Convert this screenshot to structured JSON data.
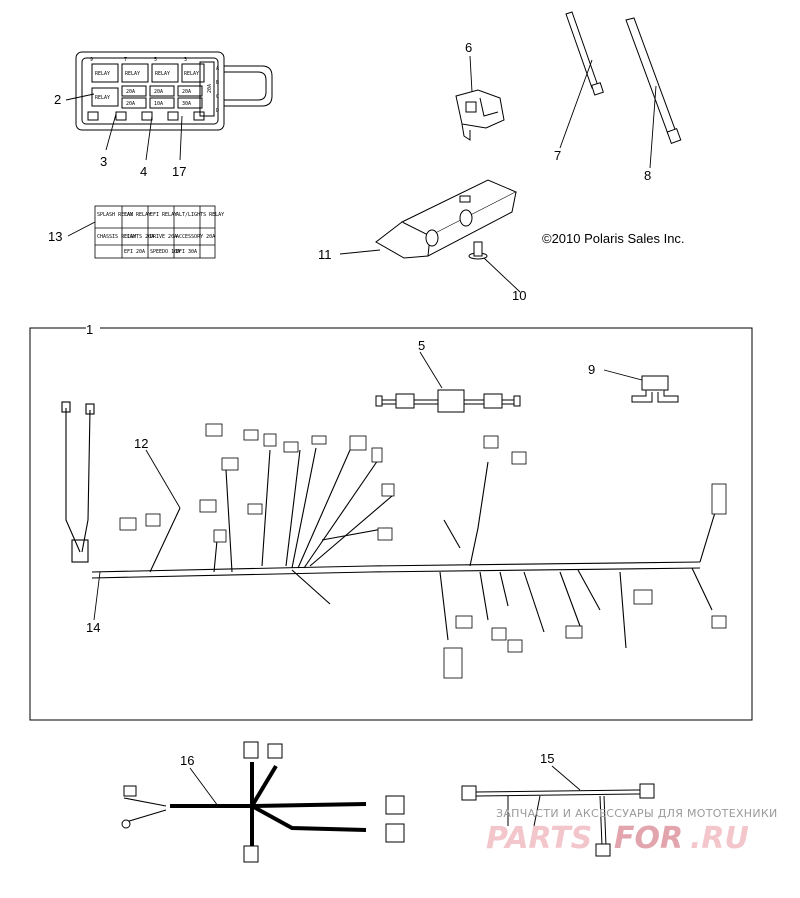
{
  "copyright": "©2010 Polaris Sales Inc.",
  "callouts": [
    "1",
    "2",
    "3",
    "4",
    "5",
    "6",
    "7",
    "8",
    "9",
    "10",
    "11",
    "12",
    "13",
    "14",
    "15",
    "16",
    "17"
  ],
  "fuse_box": {
    "top_labels": [
      "9",
      "7",
      "5",
      "3"
    ],
    "side_labels": [
      "A",
      "B",
      "C",
      "D"
    ],
    "relay_label": "RELAY",
    "fuses": [
      "20A",
      "20A",
      "20A",
      "20A",
      "10A",
      "30A"
    ],
    "side_fuse": "20A"
  },
  "decal": {
    "row1": [
      "SPLASH RELAY",
      "FAN RELAY",
      "EFI RELAY",
      "ALT/LIGHTS RELAY"
    ],
    "row2": [
      "CHASSIS RELAY",
      "LIGHTS 20A",
      "DRIVE 20A",
      "ACCESSORY 20A"
    ],
    "row3": [
      "EFI 20A",
      "SPEEDO 10A",
      "EFI 30A"
    ]
  },
  "watermark": {
    "tagline": "ЗАПЧАСТИ И АКСЕССУАРЫ ДЛЯ МОТОТЕХНИКИ",
    "brand_a": "PARTS",
    "brand_b": "FOR",
    "brand_c": ".RU"
  }
}
